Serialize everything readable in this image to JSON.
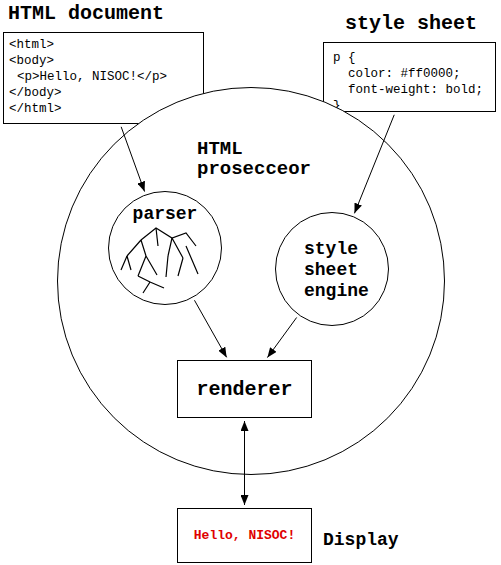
{
  "diagram": {
    "nodes": [
      {
        "text": [
          "HTML document",
          "<html>",
          "<body>",
          "<p>Hello, NISOC!</p>",
          "</body>",
          "</html>"
        ]
      },
      {
        "text": [
          "style sheet",
          "p {",
          "color: #ff0000;",
          "font-weight: bold;",
          "}"
        ]
      },
      {
        "text": [
          "HTML prosecceor"
        ]
      },
      {
        "text": [
          "parser"
        ],
        "in": 2
      },
      {
        "text": [
          "style sheet engine"
        ],
        "in": 2
      },
      {
        "text": [
          "renderer"
        ],
        "in": 2
      },
      {
        "text": [
          "Hello, NISOC!",
          "Display"
        ]
      }
    ],
    "edges": [
      {
        "from": 0,
        "to": 3,
        "arrow": "to"
      },
      {
        "from": 1,
        "to": 4,
        "arrow": "to"
      },
      {
        "from": 3,
        "to": 5,
        "arrow": "to"
      },
      {
        "from": 4,
        "to": 5,
        "arrow": "to"
      },
      {
        "from": 5,
        "to": 6,
        "arrow": "both"
      }
    ]
  }
}
